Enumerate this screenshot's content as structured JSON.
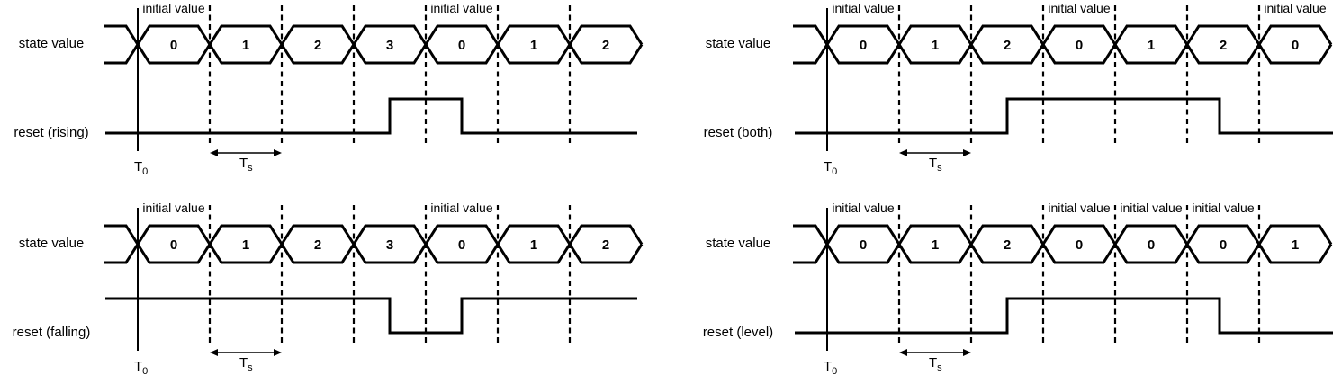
{
  "figure": {
    "background": "#ffffff",
    "line_color": "#000000",
    "text_color": "#000000",
    "signal_label": "state value",
    "initial_value_label": "initial value",
    "t0_label": {
      "base": "T",
      "sub": "0"
    },
    "ts_label": {
      "base": "T",
      "sub": "s"
    },
    "cells_per_diagram": 7,
    "diagrams": [
      {
        "id": "reset-rising",
        "position": "top-left",
        "reset_label": "reset (rising)",
        "state_values": [
          "0",
          "1",
          "2",
          "3",
          "0",
          "1",
          "2"
        ],
        "initial_value_cells": [
          0,
          4
        ],
        "reset_resting_level": "low",
        "reset_active_interval_cells": [
          3.5,
          4.5
        ]
      },
      {
        "id": "reset-both",
        "position": "top-right",
        "reset_label": "reset (both)",
        "state_values": [
          "0",
          "1",
          "2",
          "0",
          "1",
          "2",
          "0"
        ],
        "initial_value_cells": [
          0,
          3,
          6
        ],
        "reset_resting_level": "low",
        "reset_active_interval_cells": [
          2.5,
          5.45
        ]
      },
      {
        "id": "reset-falling",
        "position": "bottom-left",
        "reset_label": "reset (falling)",
        "state_values": [
          "0",
          "1",
          "2",
          "3",
          "0",
          "1",
          "2"
        ],
        "initial_value_cells": [
          0,
          4
        ],
        "reset_resting_level": "high",
        "reset_active_interval_cells": [
          3.5,
          4.5
        ]
      },
      {
        "id": "reset-level",
        "position": "bottom-right",
        "reset_label": "reset (level)",
        "state_values": [
          "0",
          "1",
          "2",
          "0",
          "0",
          "0",
          "1"
        ],
        "initial_value_cells": [
          0,
          3,
          4,
          5
        ],
        "reset_resting_level": "low",
        "reset_active_interval_cells": [
          2.5,
          5.45
        ]
      }
    ]
  }
}
